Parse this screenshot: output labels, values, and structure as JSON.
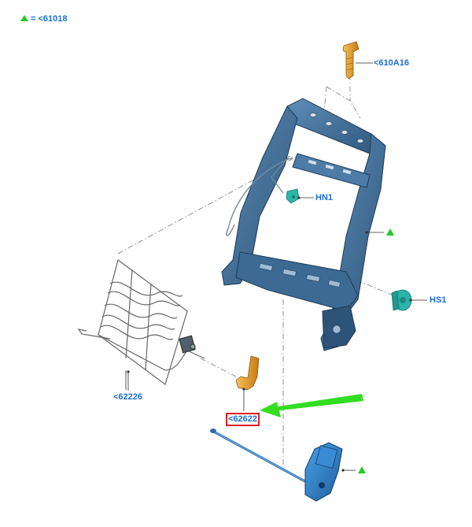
{
  "legend": {
    "symbol": "green-triangle",
    "equals": "=",
    "ref": "<61018"
  },
  "callouts": [
    {
      "id": "610A16",
      "text": "<610A16"
    },
    {
      "id": "HN1",
      "text": "HN1"
    },
    {
      "id": "HS1",
      "text": "HS1"
    },
    {
      "id": "62226",
      "text": "<62226"
    },
    {
      "id": "62622",
      "text": "<62622",
      "highlighted": true
    }
  ],
  "colors": {
    "frame": "#3f6f99",
    "frame_dark": "#27496a",
    "bolt": "#e39b25",
    "clip": "#2bb5a9",
    "label": "#1a6fd6",
    "marker": "#22cc22",
    "highlight": "#e02020",
    "arrow": "#33dd22"
  }
}
